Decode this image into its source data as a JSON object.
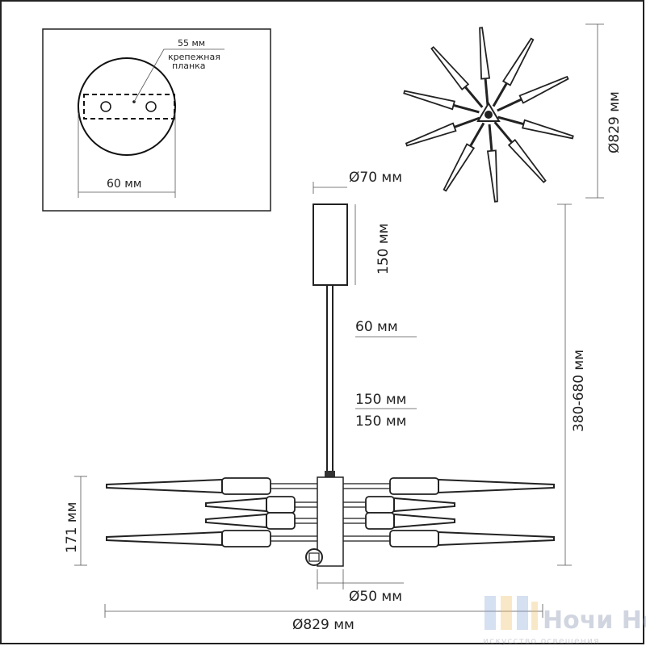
{
  "inset": {
    "plate_width_label": "55 мм",
    "plate_name_line1": "крепежная",
    "plate_name_line2": "планка",
    "canopy_diameter_label": "60 мм"
  },
  "top_view": {
    "diameter_label": "Ø829 мм"
  },
  "side_view": {
    "canopy_diameter_label": "Ø70 мм",
    "canopy_height_label": "150 мм",
    "rod_label_1": "60 мм",
    "rod_label_2": "150 мм",
    "rod_label_3": "150 мм",
    "total_height_label": "380-680 мм",
    "body_height_label": "171 мм",
    "hub_diameter_label": "Ø50 мм",
    "overall_diameter_label": "Ø829 мм"
  },
  "watermark": {
    "brand": "Ночи Нет",
    "tagline": "искусство освещения"
  }
}
